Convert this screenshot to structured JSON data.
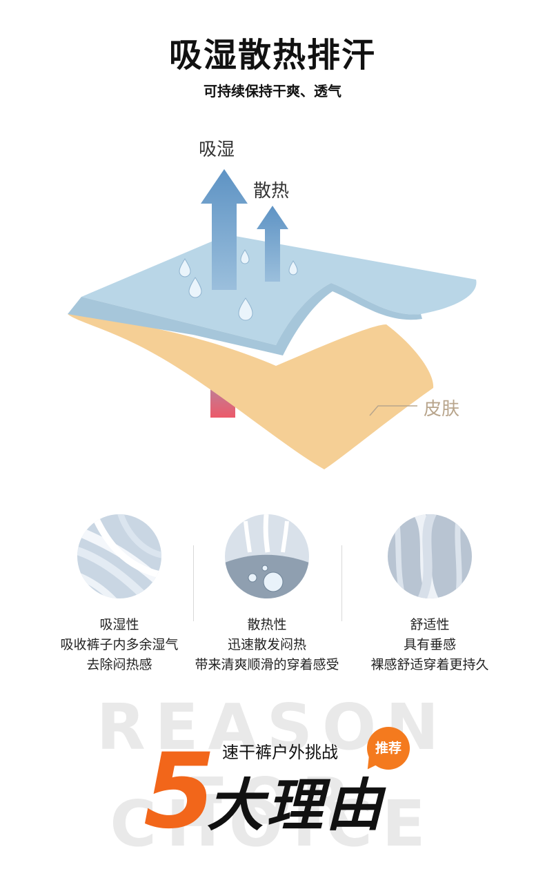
{
  "header": {
    "title": "吸湿散热排汗",
    "subtitle": "可持续保持干爽、透气"
  },
  "diagram": {
    "arrow_label_1": "吸湿",
    "arrow_label_2": "散热",
    "skin_label": "皮肤",
    "colors": {
      "fabric": "#b7d5e6",
      "skin": "#f5cf95",
      "arrow": "#6a9bc8",
      "heat": "#e85d6a"
    }
  },
  "features": [
    {
      "title": "吸湿性",
      "line1": "吸收裤子内多余湿气",
      "line2": "去除闷热感"
    },
    {
      "title": "散热性",
      "line1": "迅速散发闷热",
      "line2": "带来清爽顺滑的穿着感受"
    },
    {
      "title": "舒适性",
      "line1": "具有垂感",
      "line2": "裸感舒适穿着更持久"
    }
  ],
  "footer": {
    "bg_line1": "REASON FOR",
    "bg_line2": "CHOICE",
    "callout": "速干裤户外挑战",
    "badge": "推荐",
    "big_number": "5",
    "big_text": "大理由",
    "accent": "#f2661a"
  }
}
